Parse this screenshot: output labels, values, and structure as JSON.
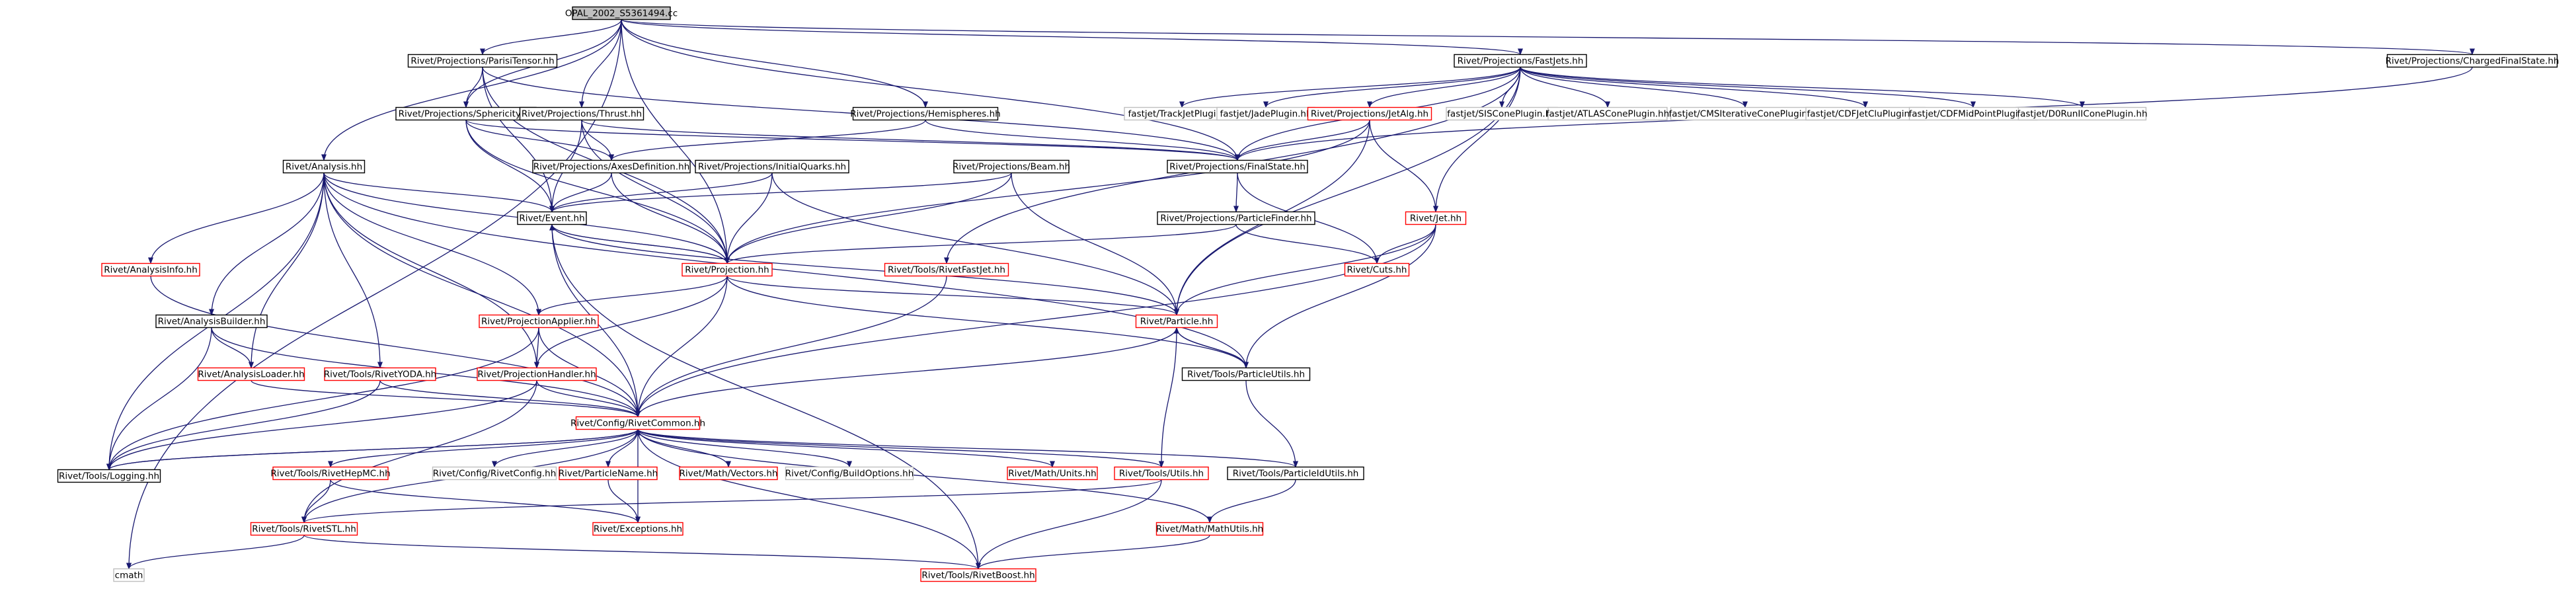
{
  "colors": {
    "edge": "#191970",
    "normal_border": "#000000",
    "link_border": "#ff0000",
    "external_border": "#bfbfbf",
    "root_fill": "#bfbfbf"
  },
  "nodes": [
    {
      "id": "root",
      "label": "OPAL_2002_S5361494.cc",
      "style": "root"
    },
    {
      "id": "thrusttensor",
      "label": "Rivet/Projections/ParisiTensor.hh",
      "style": "normal"
    },
    {
      "id": "fastjets",
      "label": "Rivet/Projections/FastJets.hh",
      "style": "normal"
    },
    {
      "id": "chargedfs",
      "label": "Rivet/Projections/ChargedFinalState.hh",
      "style": "normal"
    },
    {
      "id": "sphericity",
      "label": "Rivet/Projections/Sphericity.hh",
      "style": "normal"
    },
    {
      "id": "thrust",
      "label": "Rivet/Projections/Thrust.hh",
      "style": "normal"
    },
    {
      "id": "hemispheres",
      "label": "Rivet/Projections/Hemispheres.hh",
      "style": "normal"
    },
    {
      "id": "trackjet",
      "label": "fastjet/TrackJetPlugin.hh",
      "style": "external"
    },
    {
      "id": "jade",
      "label": "fastjet/JadePlugin.hh",
      "style": "external"
    },
    {
      "id": "jetalg",
      "label": "Rivet/Projections/JetAlg.hh",
      "style": "link"
    },
    {
      "id": "siscone",
      "label": "fastjet/SISConePlugin.hh",
      "style": "external"
    },
    {
      "id": "atlascone",
      "label": "fastjet/ATLASConePlugin.hh",
      "style": "external"
    },
    {
      "id": "cmsiter",
      "label": "fastjet/CMSIterativeConePlugin.hh",
      "style": "external"
    },
    {
      "id": "cdfjetclu",
      "label": "fastjet/CDFJetCluPlugin.hh",
      "style": "external"
    },
    {
      "id": "cdfmid",
      "label": "fastjet/CDFMidPointPlugin.hh",
      "style": "external"
    },
    {
      "id": "d0run2",
      "label": "fastjet/D0RunIIConePlugin.hh",
      "style": "external"
    },
    {
      "id": "analysis",
      "label": "Rivet/Analysis.hh",
      "style": "normal"
    },
    {
      "id": "axes",
      "label": "Rivet/Projections/AxesDefinition.hh",
      "style": "normal"
    },
    {
      "id": "initialquarks",
      "label": "Rivet/Projections/InitialQuarks.hh",
      "style": "normal"
    },
    {
      "id": "beam",
      "label": "Rivet/Projections/Beam.hh",
      "style": "normal"
    },
    {
      "id": "finalstate",
      "label": "Rivet/Projections/FinalState.hh",
      "style": "normal"
    },
    {
      "id": "event",
      "label": "Rivet/Event.hh",
      "style": "normal"
    },
    {
      "id": "particlefinder",
      "label": "Rivet/Projections/ParticleFinder.hh",
      "style": "normal"
    },
    {
      "id": "jet",
      "label": "Rivet/Jet.hh",
      "style": "link"
    },
    {
      "id": "analysisinfo",
      "label": "Rivet/AnalysisInfo.hh",
      "style": "link"
    },
    {
      "id": "projection",
      "label": "Rivet/Projection.hh",
      "style": "link"
    },
    {
      "id": "rivetfastjet",
      "label": "Rivet/Tools/RivetFastJet.hh",
      "style": "link"
    },
    {
      "id": "cuts",
      "label": "Rivet/Cuts.hh",
      "style": "link"
    },
    {
      "id": "analysisbuilder",
      "label": "Rivet/AnalysisBuilder.hh",
      "style": "normal"
    },
    {
      "id": "projapplier",
      "label": "Rivet/ProjectionApplier.hh",
      "style": "link"
    },
    {
      "id": "particle",
      "label": "Rivet/Particle.hh",
      "style": "link"
    },
    {
      "id": "analysisloader",
      "label": "Rivet/AnalysisLoader.hh",
      "style": "link"
    },
    {
      "id": "rivetyoda",
      "label": "Rivet/Tools/RivetYODA.hh",
      "style": "link"
    },
    {
      "id": "projhandler",
      "label": "Rivet/ProjectionHandler.hh",
      "style": "link"
    },
    {
      "id": "particleutils",
      "label": "Rivet/Tools/ParticleUtils.hh",
      "style": "normal"
    },
    {
      "id": "rivetcommon",
      "label": "Rivet/Config/RivetCommon.hh",
      "style": "link"
    },
    {
      "id": "logging",
      "label": "Rivet/Tools/Logging.hh",
      "style": "normal"
    },
    {
      "id": "rivethepmc",
      "label": "Rivet/Tools/RivetHepMC.hh",
      "style": "link"
    },
    {
      "id": "rivetconfig",
      "label": "Rivet/Config/RivetConfig.hh",
      "style": "external"
    },
    {
      "id": "particlename",
      "label": "Rivet/ParticleName.hh",
      "style": "link"
    },
    {
      "id": "vectors",
      "label": "Rivet/Math/Vectors.hh",
      "style": "link"
    },
    {
      "id": "buildoptions",
      "label": "Rivet/Config/BuildOptions.hh",
      "style": "external"
    },
    {
      "id": "units",
      "label": "Rivet/Math/Units.hh",
      "style": "link"
    },
    {
      "id": "utils",
      "label": "Rivet/Tools/Utils.hh",
      "style": "link"
    },
    {
      "id": "particleidutils",
      "label": "Rivet/Tools/ParticleIdUtils.hh",
      "style": "normal"
    },
    {
      "id": "rivetstl",
      "label": "Rivet/Tools/RivetSTL.hh",
      "style": "link"
    },
    {
      "id": "exceptions",
      "label": "Rivet/Exceptions.hh",
      "style": "link"
    },
    {
      "id": "mathutils",
      "label": "Rivet/Math/MathUtils.hh",
      "style": "link"
    },
    {
      "id": "cmath",
      "label": "cmath",
      "style": "external"
    },
    {
      "id": "rivetboost",
      "label": "Rivet/Tools/RivetBoost.hh",
      "style": "link"
    }
  ]
}
